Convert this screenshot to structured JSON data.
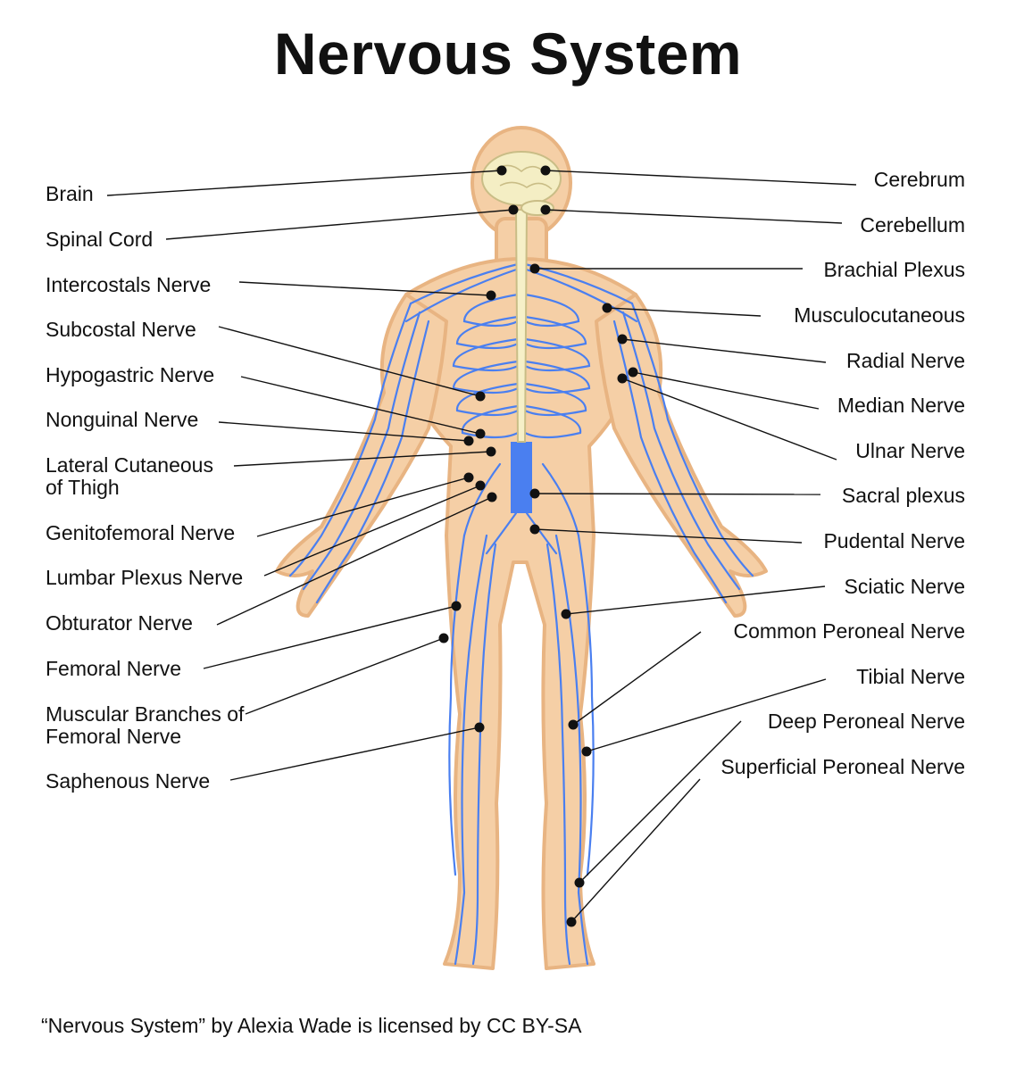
{
  "title": "Nervous System",
  "labels_left": [
    "Brain",
    "Spinal Cord",
    "Intercostals Nerve",
    "Subcostal Nerve",
    "Hypogastric Nerve",
    "Nonguinal Nerve",
    "Lateral Cutaneous of Thigh",
    "Genitofemoral Nerve",
    "Lumbar Plexus Nerve",
    "Obturator Nerve",
    "Femoral Nerve",
    "Muscular Branches of Femoral Nerve",
    "Saphenous Nerve"
  ],
  "labels_right": [
    "Cerebrum",
    "Cerebellum",
    "Brachial Plexus",
    "Musculocutaneous",
    "Radial Nerve",
    "Median Nerve",
    "Ulnar Nerve",
    "Sacral plexus",
    "Pudental Nerve",
    "Sciatic Nerve",
    "Common Peroneal Nerve",
    "Tibial Nerve",
    "Deep Peroneal Nerve",
    "Superficial Peroneal Nerve"
  ],
  "caption": "“Nervous System” by Alexia Wade is licensed by CC BY-SA",
  "colors": {
    "skin": "#f5cfa6",
    "skin_outline": "#e8b482",
    "nerve": "#4a7ff0",
    "spinal_cord": "#f6f0c8",
    "brain": "#f4eec4",
    "leader_line": "#111111"
  }
}
